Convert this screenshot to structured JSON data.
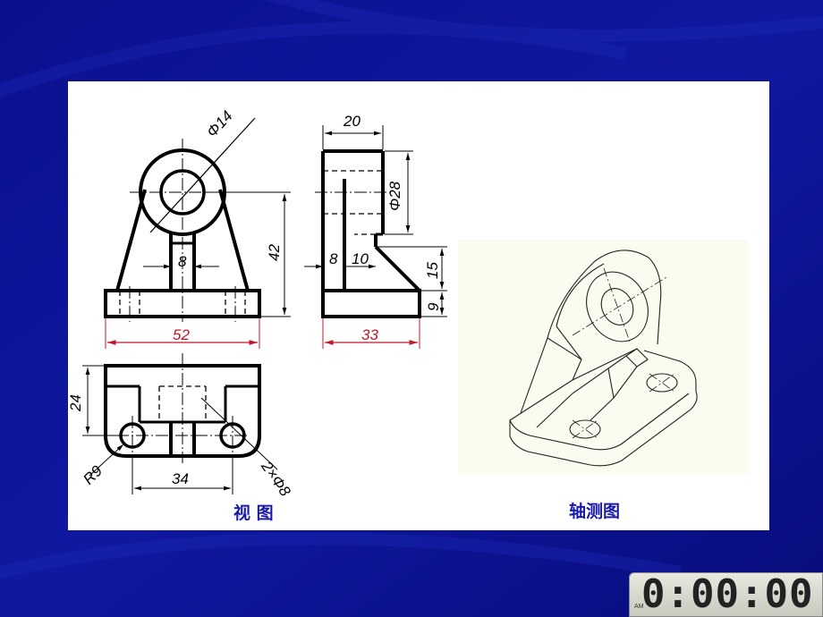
{
  "dimensions": {
    "phi14": "Φ14",
    "h42": "42",
    "w8_front": "8",
    "w52": "52",
    "w20": "20",
    "phi28": "Φ28",
    "w8_side": "8",
    "w10": "10",
    "h15": "15",
    "h9": "9",
    "w33": "33",
    "h24": "24",
    "r9": "R9",
    "w34": "34",
    "holes": "2×Φ8"
  },
  "captions": {
    "views": "视 图",
    "axonometric": "轴测图"
  },
  "timer": {
    "ampm": "AM",
    "value": "0:00:00"
  },
  "colors": {
    "background": "#0a0f8a",
    "dimension_red": "#c0182a",
    "caption_blue": "#1a1aa8"
  }
}
